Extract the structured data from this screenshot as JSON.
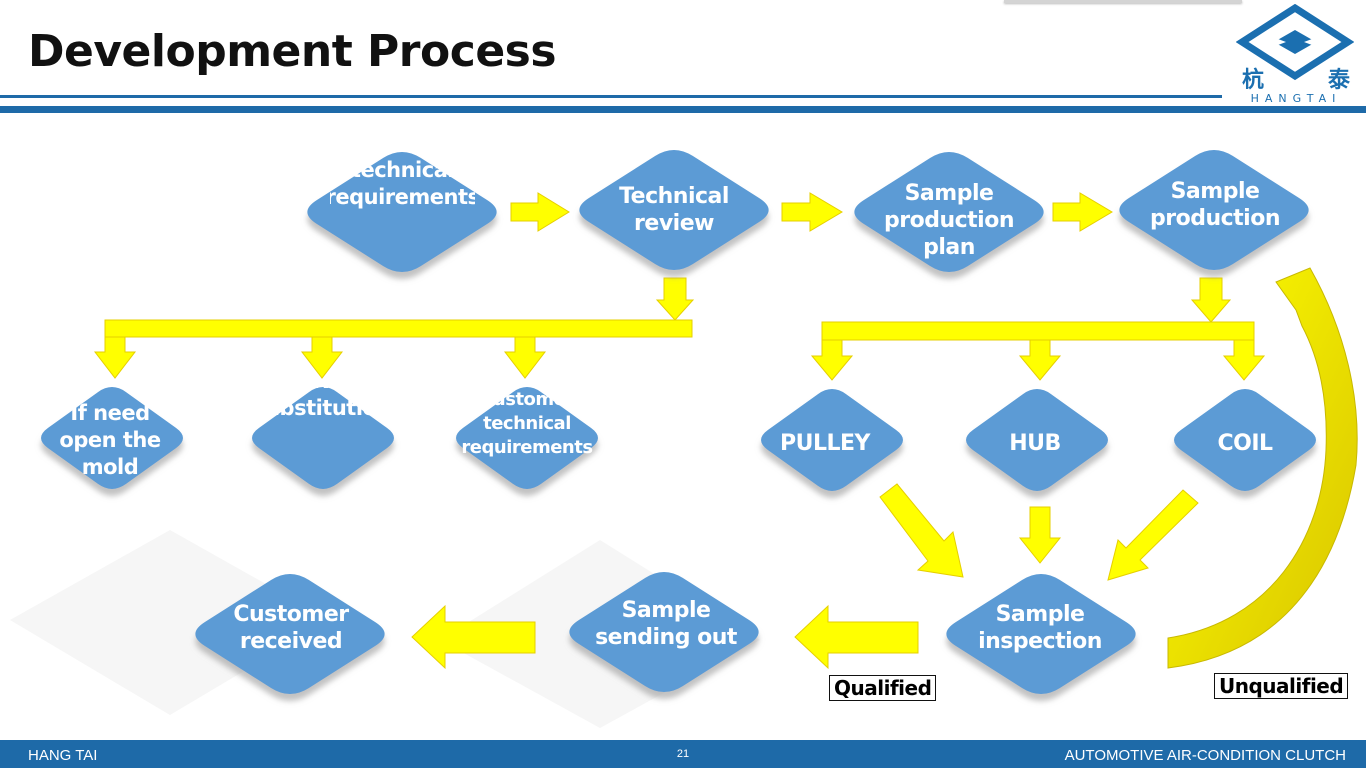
{
  "slide": {
    "title": "Development Process",
    "page_number": "21"
  },
  "logo": {
    "cn_left": "杭",
    "cn_right": "泰",
    "en": "HANGTAI"
  },
  "footer": {
    "left": "HANG TAI",
    "right": "AUTOMOTIVE AIR-CONDITION CLUTCH"
  },
  "nodes": {
    "customer_requirements": "Customer technical requirements",
    "technical_review": "Technical review",
    "sample_plan": "Sample production plan",
    "sample_production": "Sample production",
    "open_mold": "If need open the mold",
    "substitution": "Do have the substitution",
    "customer_requirements_2": "Customer technical requirements",
    "pulley": "PULLEY",
    "hub": "HUB",
    "coil": "COIL",
    "sample_inspection": "Sample inspection",
    "sample_sending_out": "Sample sending out",
    "customer_received": "Customer received"
  },
  "labels": {
    "qualified": "Qualified",
    "unqualified": "Unqualified"
  },
  "colors": {
    "node_fill": "#5b9bd5",
    "arrow_fill": "#ffff00",
    "brand_blue": "#1e6aa8"
  }
}
